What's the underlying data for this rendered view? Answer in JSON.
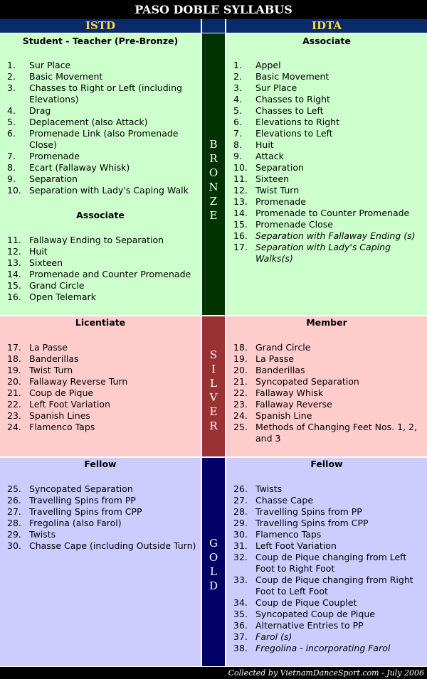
{
  "title": "PASO DOBLE SYLLABUS",
  "headers": {
    "left": "ISTD",
    "right": "IDTA"
  },
  "bands": {
    "bronze": [
      "B",
      "R",
      "O",
      "N",
      "Z",
      "E"
    ],
    "silver": [
      "S",
      "I",
      "L",
      "V",
      "E",
      "R"
    ],
    "gold": [
      "G",
      "O",
      "L",
      "D"
    ]
  },
  "colors": {
    "bronze_bg": "#ccffcc",
    "silver_bg": "#ffcccc",
    "gold_bg": "#ccccff",
    "bronze_band": "#003300",
    "silver_band": "#993333",
    "gold_band": "#000066",
    "header_bg": "#0a2a6e",
    "header_text": "#ffd84a"
  },
  "istd": {
    "bronze": {
      "title1": "Student - Teacher (Pre-Bronze)",
      "items1": [
        {
          "n": "1.",
          "t": "Sur Place"
        },
        {
          "n": "2.",
          "t": "Basic Movement"
        },
        {
          "n": "3.",
          "t": "Chasses to Right or Left (including Elevations)"
        },
        {
          "n": "4.",
          "t": "Drag"
        },
        {
          "n": "5.",
          "t": "Deplacement (also Attack)"
        },
        {
          "n": "6.",
          "t": "Promenade Link (also Promenade Close)"
        },
        {
          "n": "7.",
          "t": "Promenade"
        },
        {
          "n": "8.",
          "t": "Ecart (Fallaway Whisk)"
        },
        {
          "n": "9.",
          "t": "Separation"
        },
        {
          "n": "10.",
          "t": "Separation with Lady's Caping Walk"
        }
      ],
      "title2": "Associate",
      "items2": [
        {
          "n": "11.",
          "t": "Fallaway Ending to Separation"
        },
        {
          "n": "12.",
          "t": "Huit"
        },
        {
          "n": "13.",
          "t": "Sixteen"
        },
        {
          "n": "14.",
          "t": "Promenade and Counter Promenade"
        },
        {
          "n": "15.",
          "t": "Grand Circle"
        },
        {
          "n": "16.",
          "t": "Open Telemark"
        }
      ]
    },
    "silver": {
      "title": "Licentiate",
      "items": [
        {
          "n": "17.",
          "t": "La Passe"
        },
        {
          "n": "18.",
          "t": "Banderillas"
        },
        {
          "n": "19.",
          "t": "Twist Turn"
        },
        {
          "n": "20.",
          "t": "Fallaway Reverse Turn"
        },
        {
          "n": "21.",
          "t": "Coup de Pique"
        },
        {
          "n": "22.",
          "t": "Left Foot Variation"
        },
        {
          "n": "23.",
          "t": "Spanish Lines"
        },
        {
          "n": "24.",
          "t": "Flamenco Taps"
        }
      ]
    },
    "gold": {
      "title": "Fellow",
      "items": [
        {
          "n": "25.",
          "t": "Syncopated Separation"
        },
        {
          "n": "26.",
          "t": "Travelling Spins from PP"
        },
        {
          "n": "27.",
          "t": "Travelling Spins from CPP"
        },
        {
          "n": "28.",
          "t": "Fregolina (also Farol)"
        },
        {
          "n": "29.",
          "t": "Twists"
        },
        {
          "n": "30.",
          "t": "Chasse Cape (including Outside Turn)"
        }
      ]
    }
  },
  "idta": {
    "bronze": {
      "title": "Associate",
      "items": [
        {
          "n": "1.",
          "t": "Appel"
        },
        {
          "n": "2.",
          "t": "Basic Movement"
        },
        {
          "n": "3.",
          "t": "Sur Place"
        },
        {
          "n": "4.",
          "t": "Chasses to Right"
        },
        {
          "n": "5.",
          "t": "Chasses to Left"
        },
        {
          "n": "6.",
          "t": "Elevations to Right"
        },
        {
          "n": "7.",
          "t": "Elevations to Left"
        },
        {
          "n": "8.",
          "t": "Huit"
        },
        {
          "n": "9.",
          "t": "Attack"
        },
        {
          "n": "10.",
          "t": "Separation"
        },
        {
          "n": "11.",
          "t": "Sixteen"
        },
        {
          "n": "12.",
          "t": "Twist Turn"
        },
        {
          "n": "13.",
          "t": "Promenade"
        },
        {
          "n": "14.",
          "t": "Promenade to Counter Promenade"
        },
        {
          "n": "15.",
          "t": "Promenade Close"
        },
        {
          "n": "16.",
          "t": "Separation with Fallaway Ending (s)",
          "italic": true
        },
        {
          "n": "17.",
          "t": "Separation with Lady's Caping Walks(s)",
          "italic": true
        }
      ]
    },
    "silver": {
      "title": "Member",
      "items": [
        {
          "n": "18.",
          "t": "Grand Circle"
        },
        {
          "n": "19.",
          "t": "La Passe"
        },
        {
          "n": "20.",
          "t": "Banderillas"
        },
        {
          "n": "21.",
          "t": "Syncopated Separation"
        },
        {
          "n": "22.",
          "t": "Fallaway Whisk"
        },
        {
          "n": "23.",
          "t": "Fallaway Reverse"
        },
        {
          "n": "24.",
          "t": "Spanish Line"
        },
        {
          "n": "25.",
          "t": "Methods of Changing Feet Nos. 1, 2, and 3"
        }
      ]
    },
    "gold": {
      "title": "Fellow",
      "items": [
        {
          "n": "26.",
          "t": "Twists"
        },
        {
          "n": "27.",
          "t": "Chasse Cape"
        },
        {
          "n": "28.",
          "t": "Travelling Spins from PP"
        },
        {
          "n": "29.",
          "t": "Travelling Spins from CPP"
        },
        {
          "n": "30.",
          "t": "Flamenco Taps"
        },
        {
          "n": "31.",
          "t": "Left Foot Variation"
        },
        {
          "n": "32.",
          "t": "Coup de Pique changing from Left Foot to Right Foot"
        },
        {
          "n": "33.",
          "t": "Coup de Pique changing from Right Foot to Left Foot"
        },
        {
          "n": "34.",
          "t": "Coup de Pique Couplet"
        },
        {
          "n": "35.",
          "t": "Syncopated Coup de Pique"
        },
        {
          "n": "36.",
          "t": "Alternative Entries to PP"
        },
        {
          "n": "37.",
          "t": "Farol (s)",
          "italic": true
        },
        {
          "n": "38.",
          "t": "Fregolina - incorporating Farol",
          "italic": true
        }
      ]
    }
  },
  "footer": "Collected by VietnamDanceSport.com - July 2006"
}
